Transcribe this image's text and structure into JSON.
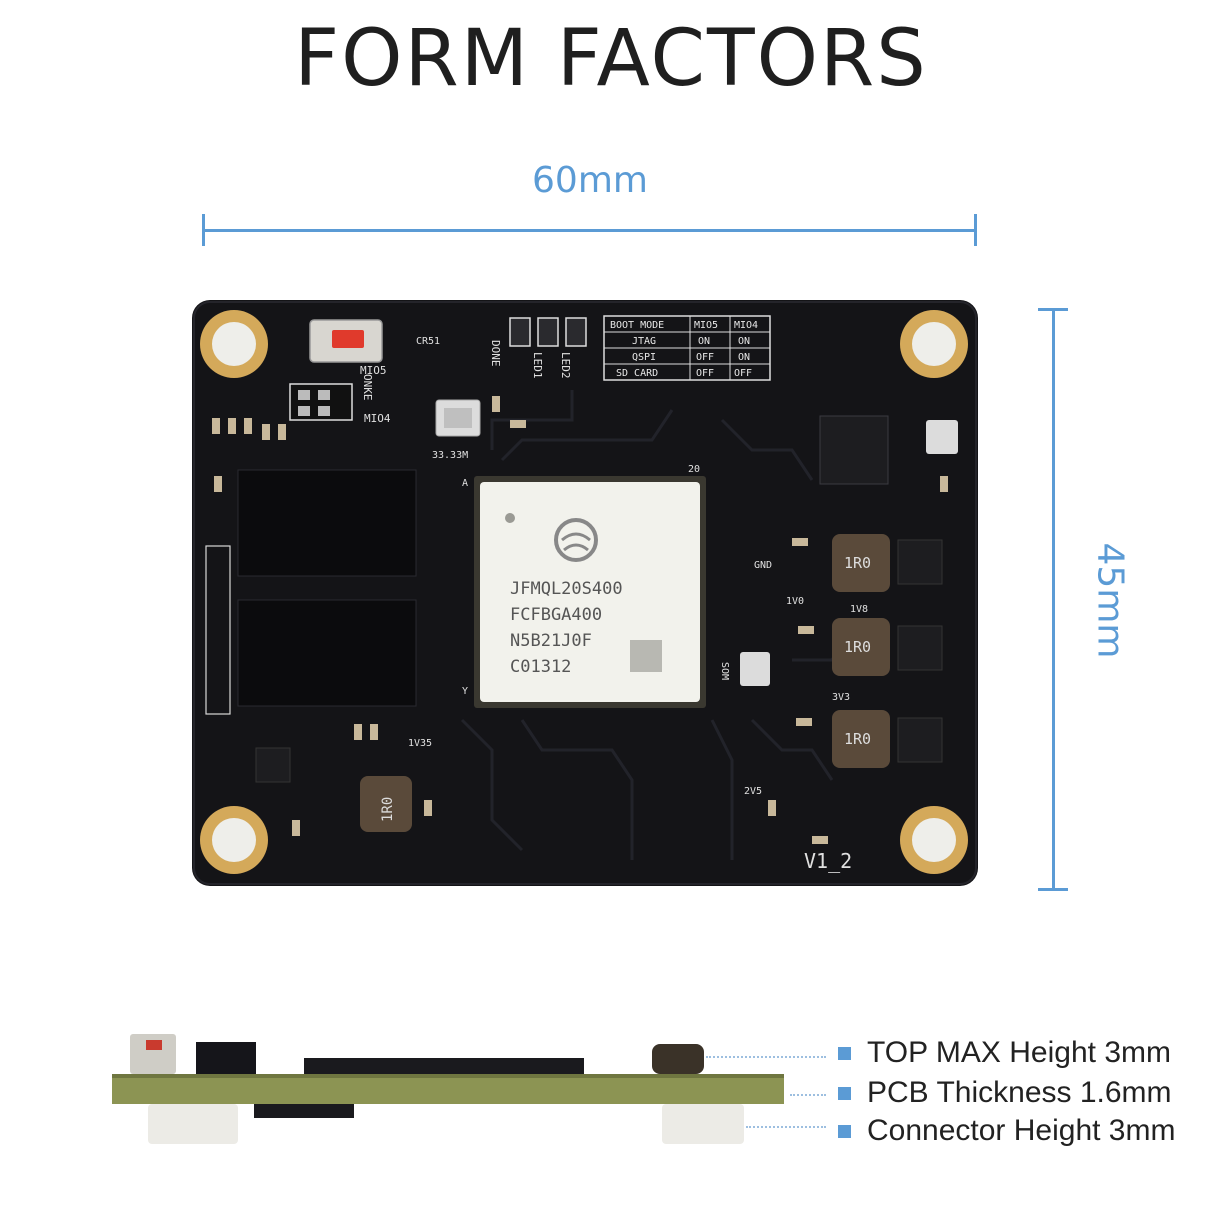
{
  "title": "FORM FACTORS",
  "dimensions": {
    "width_label": "60mm",
    "height_label": "45mm"
  },
  "chip": {
    "lines": [
      "JFMQL20S400",
      "FCFBGA400",
      "N5B21J0F",
      "C01312"
    ]
  },
  "inductor_label": "1R0",
  "silkscreen": {
    "version": "V1_2",
    "boot_table": [
      [
        "BOOT MODE",
        "MIO5",
        "MIO4"
      ],
      [
        "JTAG",
        "ON",
        "ON"
      ],
      [
        "QSPI",
        "OFF",
        "ON"
      ],
      [
        "SD CARD",
        "OFF",
        "OFF"
      ]
    ],
    "labels": [
      "MIO5",
      "MIO4",
      "ONKE",
      "DONE",
      "LED1",
      "LED2",
      "33.33M",
      "GND",
      "1V0",
      "1V8",
      "3V3",
      "2V5",
      "1V35",
      "SOM",
      "CR51",
      "20",
      "A",
      "Y"
    ]
  },
  "specs": [
    {
      "label": "TOP MAX Height 3mm"
    },
    {
      "label": "PCB Thickness 1.6mm"
    },
    {
      "label": "Connector Height 3mm"
    }
  ],
  "colors": {
    "accent": "#5b9bd5",
    "pcb": "#141417",
    "gold": "#d4a95a",
    "chip": "#f2f2ec",
    "pcb_edge": "#8c9453"
  }
}
